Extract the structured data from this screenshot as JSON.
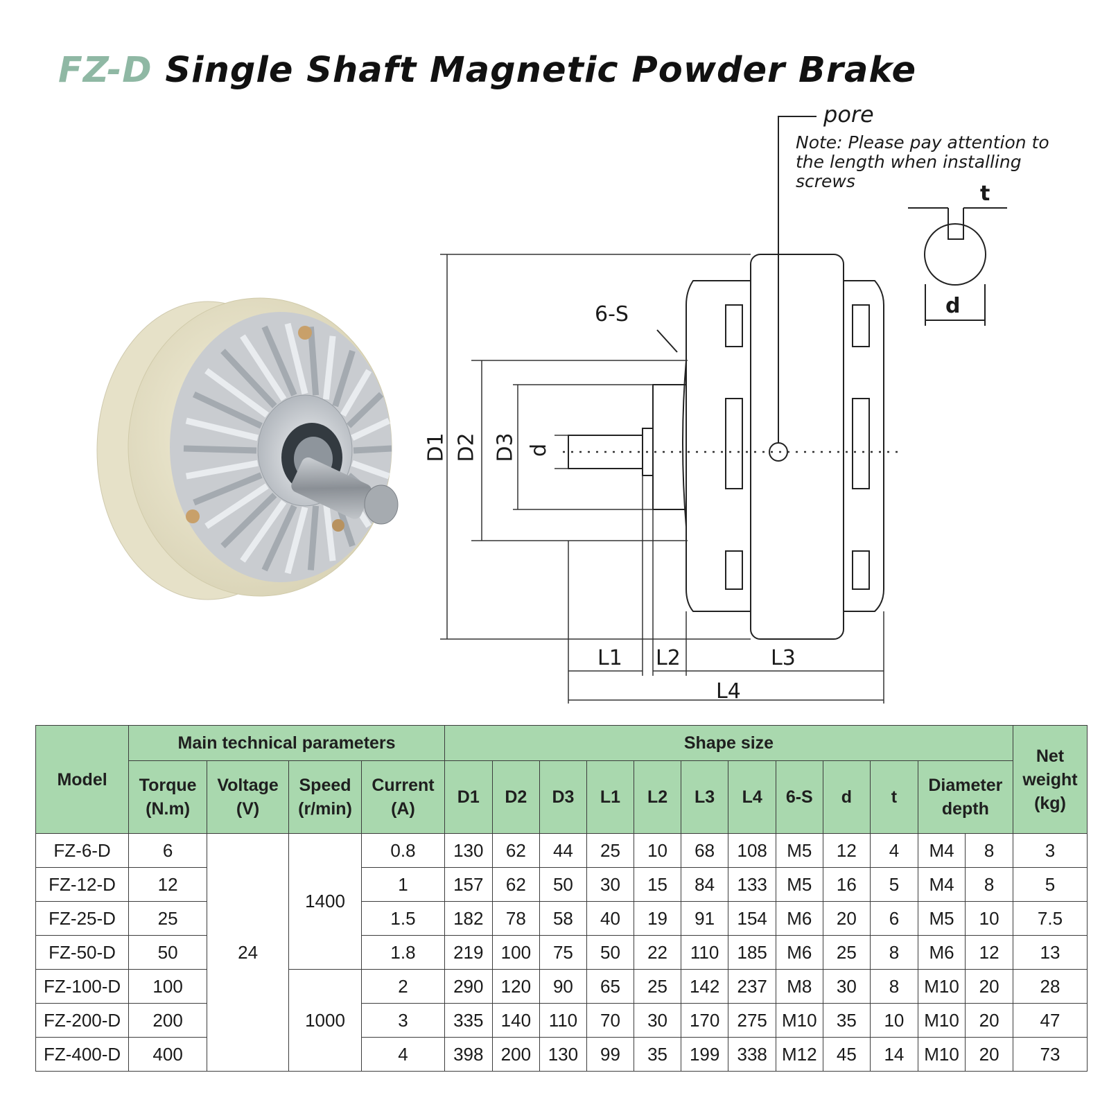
{
  "title": {
    "code": "FZ-D",
    "name": " Single Shaft Magnetic Powder Brake"
  },
  "diagram": {
    "pore": "pore",
    "note": "Note: Please pay attention to the length when installing screws",
    "labels": {
      "t": "t",
      "d_key": "d",
      "six_s": "6-S",
      "D1": "D1",
      "D2": "D2",
      "D3": "D3",
      "d": "d",
      "L1": "L1",
      "L2": "L2",
      "L3": "L3",
      "L4": "L4"
    }
  },
  "table": {
    "group_headers": {
      "model": "Model",
      "main": "Main technical parameters",
      "shape": "Shape size",
      "net": "Net weight (kg)"
    },
    "sub_headers": {
      "torque": "Torque (N.m)",
      "voltage": "Voltage (V)",
      "speed": "Speed (r/min)",
      "current": "Current (A)",
      "D1": "D1",
      "D2": "D2",
      "D3": "D3",
      "L1": "L1",
      "L2": "L2",
      "L3": "L3",
      "L4": "L4",
      "six_s": "6-S",
      "d": "d",
      "t": "t",
      "diameter_depth": "Diameter depth"
    },
    "merged": {
      "voltage": "24",
      "speed_a": "1400",
      "speed_b": "1000"
    },
    "rows": [
      {
        "model": "FZ-6-D",
        "torque": "6",
        "current": "0.8",
        "D1": "130",
        "D2": "62",
        "D3": "44",
        "L1": "25",
        "L2": "10",
        "L3": "68",
        "L4": "108",
        "s": "M5",
        "d": "12",
        "t": "4",
        "dia": "M4",
        "depth": "8",
        "weight": "3"
      },
      {
        "model": "FZ-12-D",
        "torque": "12",
        "current": "1",
        "D1": "157",
        "D2": "62",
        "D3": "50",
        "L1": "30",
        "L2": "15",
        "L3": "84",
        "L4": "133",
        "s": "M5",
        "d": "16",
        "t": "5",
        "dia": "M4",
        "depth": "8",
        "weight": "5"
      },
      {
        "model": "FZ-25-D",
        "torque": "25",
        "current": "1.5",
        "D1": "182",
        "D2": "78",
        "D3": "58",
        "L1": "40",
        "L2": "19",
        "L3": "91",
        "L4": "154",
        "s": "M6",
        "d": "20",
        "t": "6",
        "dia": "M5",
        "depth": "10",
        "weight": "7.5"
      },
      {
        "model": "FZ-50-D",
        "torque": "50",
        "current": "1.8",
        "D1": "219",
        "D2": "100",
        "D3": "75",
        "L1": "50",
        "L2": "22",
        "L3": "110",
        "L4": "185",
        "s": "M6",
        "d": "25",
        "t": "8",
        "dia": "M6",
        "depth": "12",
        "weight": "13"
      },
      {
        "model": "FZ-100-D",
        "torque": "100",
        "current": "2",
        "D1": "290",
        "D2": "120",
        "D3": "90",
        "L1": "65",
        "L2": "25",
        "L3": "142",
        "L4": "237",
        "s": "M8",
        "d": "30",
        "t": "8",
        "dia": "M10",
        "depth": "20",
        "weight": "28"
      },
      {
        "model": "FZ-200-D",
        "torque": "200",
        "current": "3",
        "D1": "335",
        "D2": "140",
        "D3": "110",
        "L1": "70",
        "L2": "30",
        "L3": "170",
        "L4": "275",
        "s": "M10",
        "d": "35",
        "t": "10",
        "dia": "M10",
        "depth": "20",
        "weight": "47"
      },
      {
        "model": "FZ-400-D",
        "torque": "400",
        "current": "4",
        "D1": "398",
        "D2": "200",
        "D3": "130",
        "L1": "99",
        "L2": "35",
        "L3": "199",
        "L4": "338",
        "s": "M12",
        "d": "45",
        "t": "14",
        "dia": "M10",
        "depth": "20",
        "weight": "73"
      }
    ]
  }
}
